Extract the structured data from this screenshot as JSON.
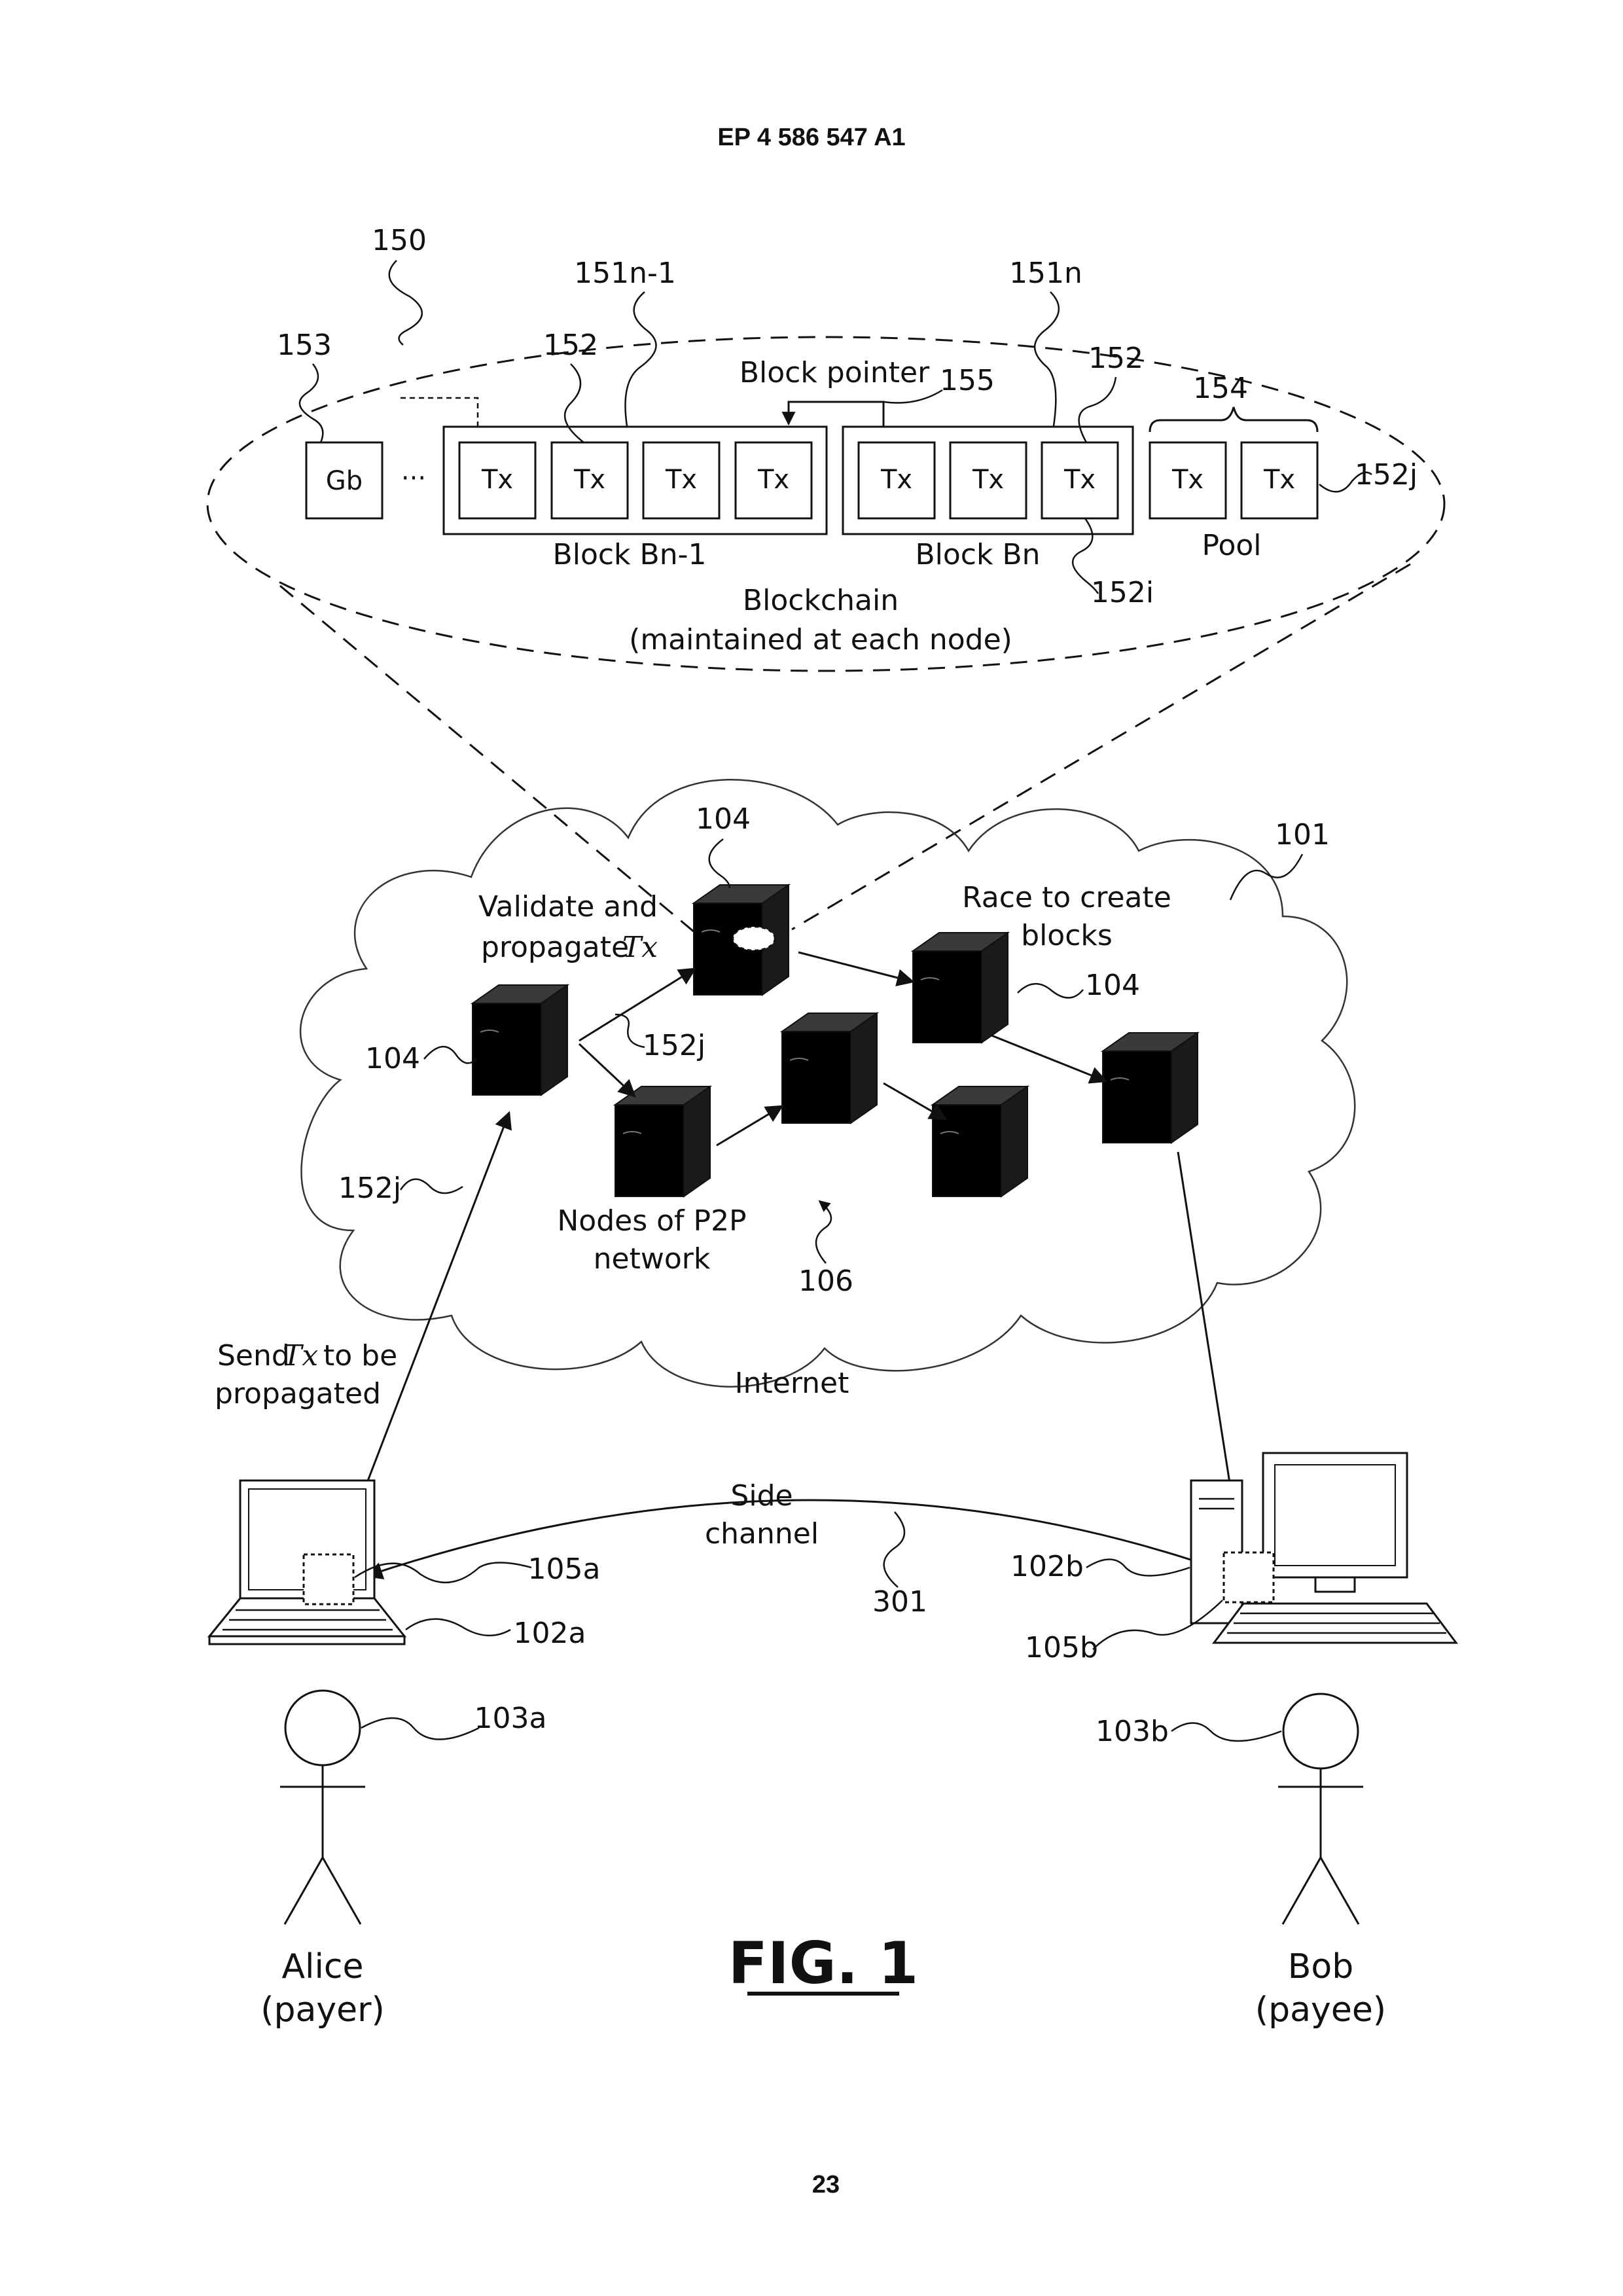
{
  "header": {
    "publication": "EP 4 586 547 A1"
  },
  "figure": {
    "title": "FIG. 1",
    "refs": {
      "r150": "150",
      "r151n1": "151n-1",
      "r151n": "151n",
      "r153": "153",
      "r152a": "152",
      "r152b": "152",
      "r154": "154",
      "r155": "155",
      "r152j_top": "152j",
      "r152i": "152i",
      "r101": "101",
      "r104_top": "104",
      "r104_left": "104",
      "r104_right": "104",
      "r152j_mid": "152j",
      "r152j_low": "152j",
      "r106": "106",
      "r105a": "105a",
      "r102a": "102a",
      "r103a": "103a",
      "r102b": "102b",
      "r105b": "105b",
      "r103b": "103b",
      "r301": "301"
    },
    "blockchain": {
      "genesis": "Gb",
      "ellipsis": "···",
      "block_pointer": "Block pointer",
      "tx": "Tx",
      "block_prev": "Block Bn-1",
      "block_cur": "Block Bn",
      "pool": "Pool",
      "title_line1": "Blockchain",
      "title_line2": "(maintained at each node)"
    },
    "network": {
      "validate_line1": "Validate and",
      "validate_line2": "propagate",
      "tx_italic": "Tx",
      "race_line1": "Race to create",
      "race_line2": "blocks",
      "nodes_line1": "Nodes of P2P",
      "nodes_line2": "network",
      "internet": "Internet",
      "send_line1_a": "Send",
      "send_line1_b": "to be",
      "send_line2": "propagated"
    },
    "side_channel": {
      "line1": "Side",
      "line2": "channel"
    },
    "alice": {
      "name": "Alice",
      "role": "(payer)"
    },
    "bob": {
      "name": "Bob",
      "role": "(payee)"
    }
  },
  "footer": {
    "page_number": "23"
  }
}
